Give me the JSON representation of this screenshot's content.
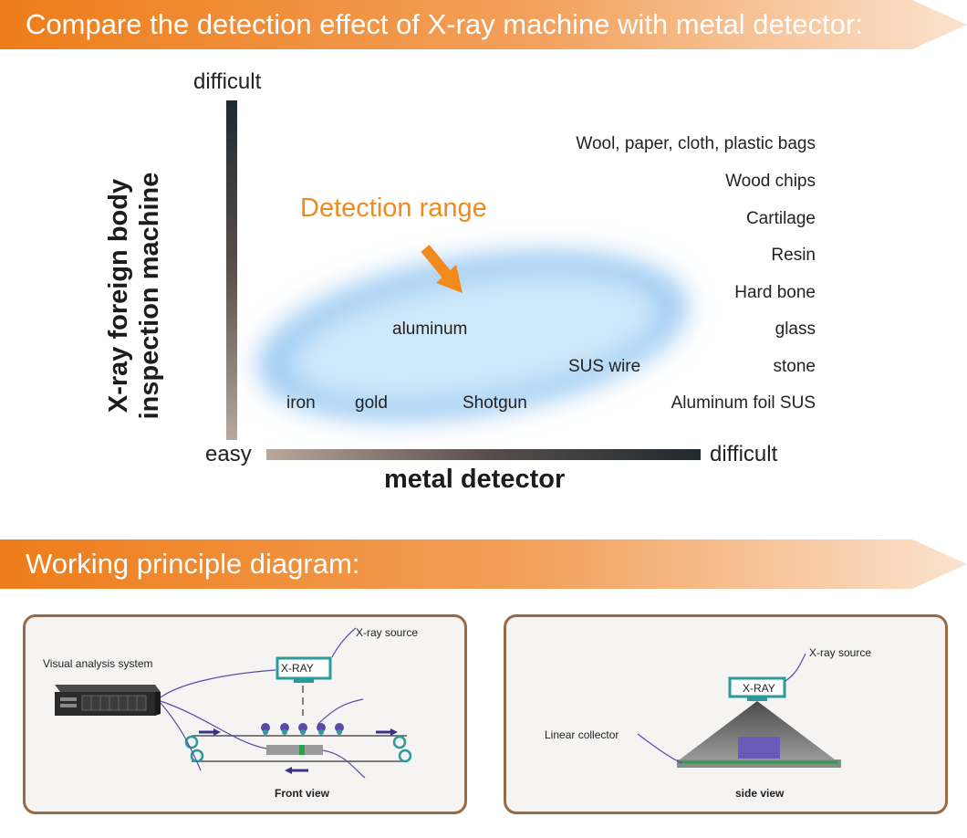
{
  "header1": {
    "title": "Compare the detection effect of X-ray machine with metal detector:"
  },
  "header2": {
    "title": "Working principle diagram:"
  },
  "chart": {
    "y_axis_title_line1": "X-ray foreign body",
    "y_axis_title_line2": "inspection machine",
    "x_axis_title": "metal detector",
    "y_top": "difficult",
    "origin": "easy",
    "x_right": "difficult",
    "detection_range_label": "Detection range",
    "materials": [
      "Wool, paper, cloth, plastic bags",
      "Wood chips",
      "Cartilage",
      "Resin",
      "Hard bone",
      "glass",
      "stone",
      "Aluminum foil SUS"
    ],
    "inside": {
      "aluminum": "aluminum",
      "sus_wire": "SUS wire",
      "iron": "iron",
      "gold": "gold",
      "shotgun": "Shotgun"
    }
  },
  "front": {
    "xray_source": "X-ray source",
    "visual_system": "Visual analysis system",
    "xray_box": "X-RAY",
    "caption": "Front view"
  },
  "side": {
    "xray_source": "X-ray source",
    "linear_collector": "Linear collector",
    "xray_box": "X-RAY",
    "caption": "side view"
  },
  "colors": {
    "banner_orange": "#ee7d1a",
    "accent_orange": "#f08a1c",
    "panel_border": "#9a6a44",
    "glow_blue": "#8fc4f0",
    "teal": "#2a9a9a",
    "purple": "#5a4aa8"
  }
}
